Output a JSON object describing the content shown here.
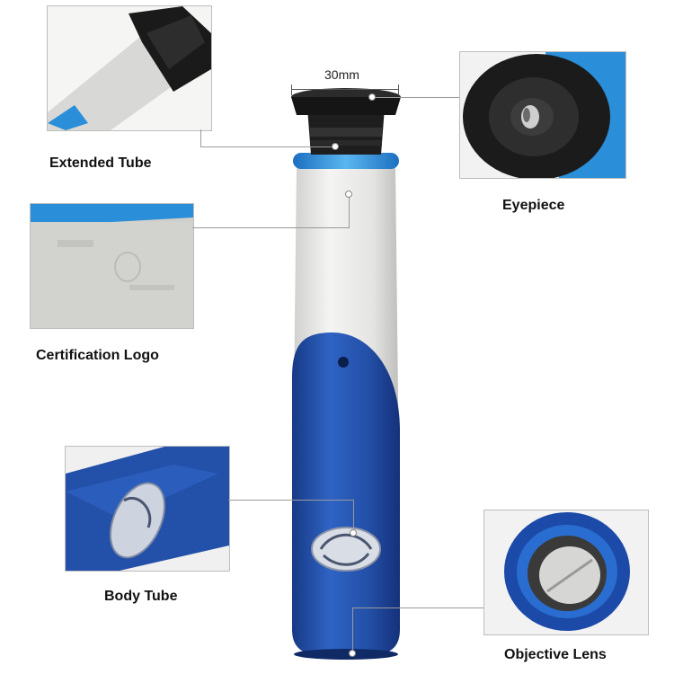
{
  "dimension": {
    "label": "30mm"
  },
  "callouts": {
    "extended_tube": "Extended Tube",
    "eyepiece": "Eyepiece",
    "certification_logo": "Certification Logo",
    "body_tube": "Body Tube",
    "objective_lens": "Objective Lens"
  },
  "colors": {
    "tube_white": "#e8e8e6",
    "body_blue": "#2350a8",
    "ring_blue": "#2a8fd8",
    "eyepiece_black": "#1a1a1a",
    "leader_gray": "#9a9a9a"
  },
  "icons": {
    "eyepiece": "eyepiece-icon",
    "logo": "oval-logo-icon"
  }
}
